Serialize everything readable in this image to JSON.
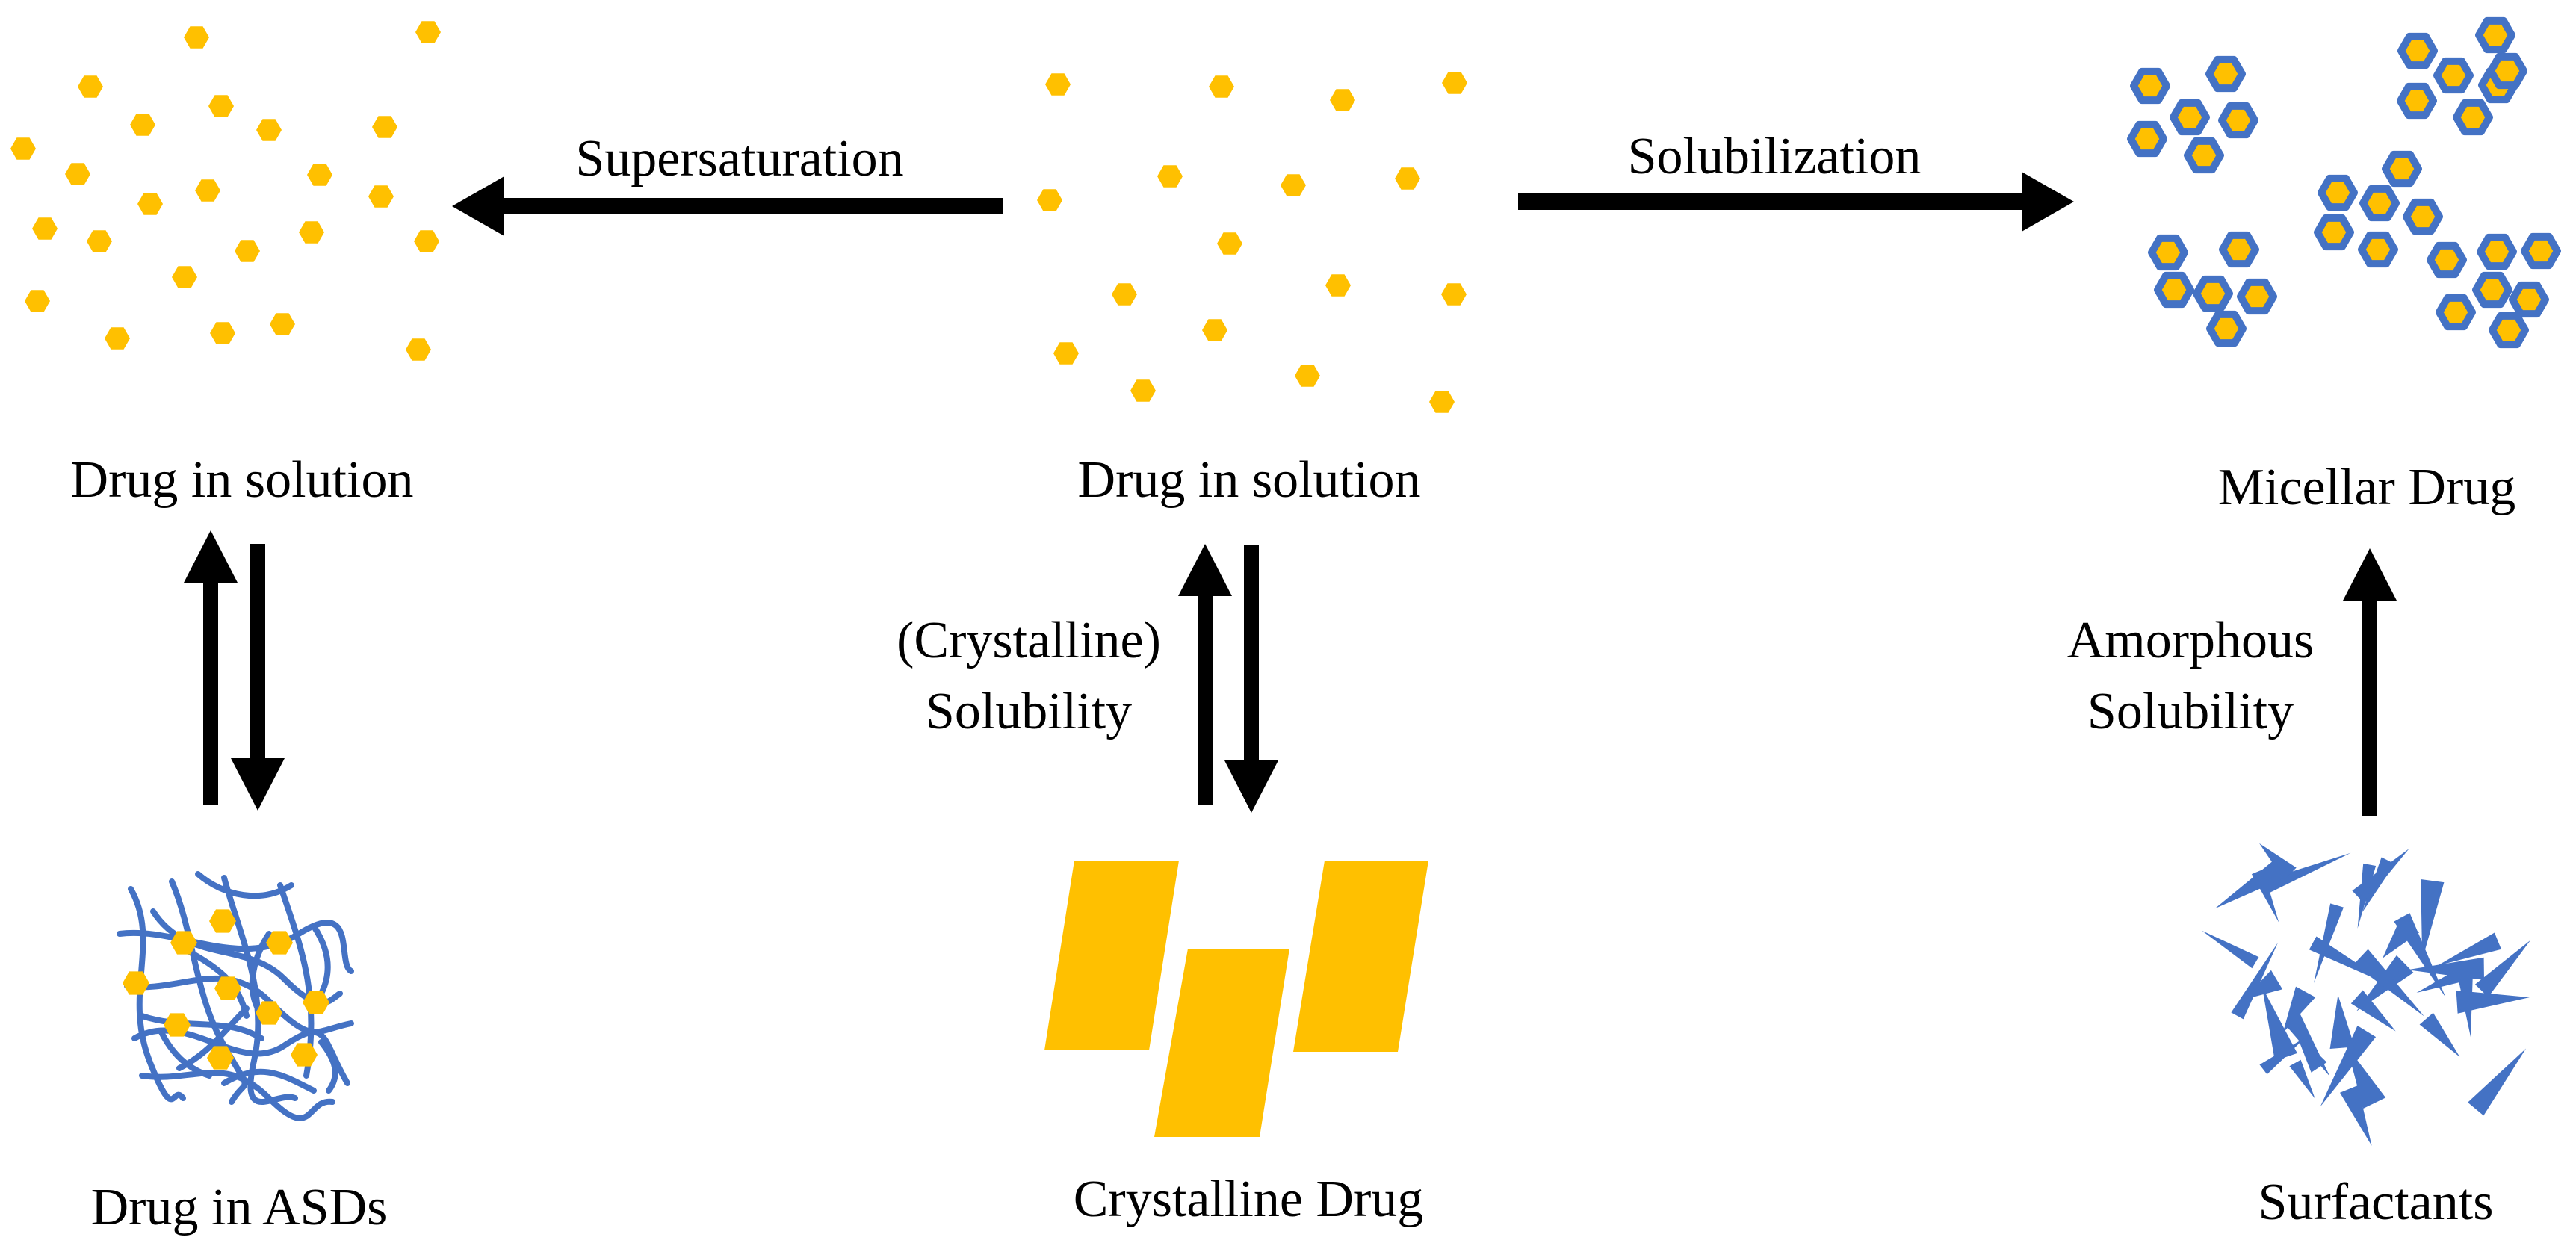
{
  "colors": {
    "drug": "#FFC000",
    "polymer": "#4472C4",
    "arrow": "#000000",
    "text": "#000000",
    "background": "#FFFFFF"
  },
  "labels": {
    "drug_in_solution_left": "Drug in solution",
    "drug_in_solution_center": "Drug in solution",
    "micellar_drug": "Micellar Drug",
    "drug_in_asds": "Drug in ASDs",
    "crystalline_drug": "Crystalline Drug",
    "surfactants": "Surfactants"
  },
  "arrows": {
    "supersaturation": "Supersaturation",
    "solubilization": "Solubilization",
    "crystalline_solubility_line1": "(Crystalline)",
    "crystalline_solubility_line2": "Solubility",
    "amorphous_solubility_line1": "Amorphous",
    "amorphous_solubility_line2": "Solubility"
  },
  "icons": {
    "dissolved_drug": "yellow-hexagon-icon",
    "micelle": "micelle-cluster-icon",
    "asd_particle": "polymer-network-icon",
    "crystal": "crystal-block-icon",
    "surfactant": "surfactant-wedge-icon"
  }
}
